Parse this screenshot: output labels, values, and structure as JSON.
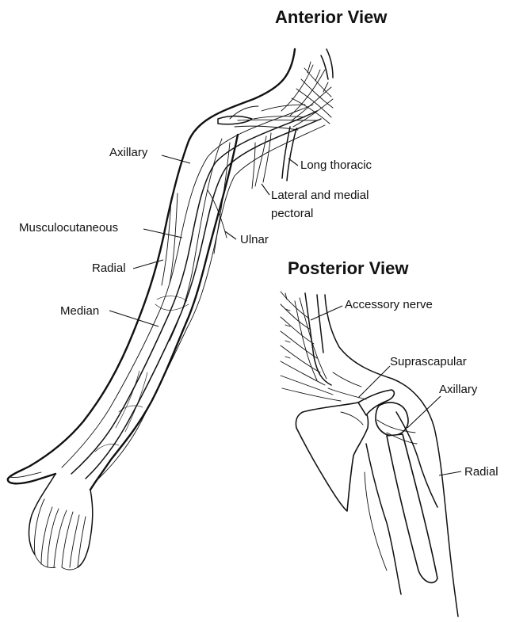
{
  "anterior": {
    "heading": "Anterior View",
    "labels": {
      "axillary": "Axillary",
      "long_thoracic": "Long thoracic",
      "lateral_medial_pectoral_line1": "Lateral and medial",
      "lateral_medial_pectoral_line2": "pectoral",
      "musculocutaneous": "Musculocutaneous",
      "ulnar": "Ulnar",
      "radial": "Radial",
      "median": "Median"
    }
  },
  "posterior": {
    "heading": "Posterior View",
    "labels": {
      "accessory_nerve": "Accessory nerve",
      "suprascapular": "Suprascapular",
      "axillary": "Axillary",
      "radial": "Radial"
    }
  }
}
